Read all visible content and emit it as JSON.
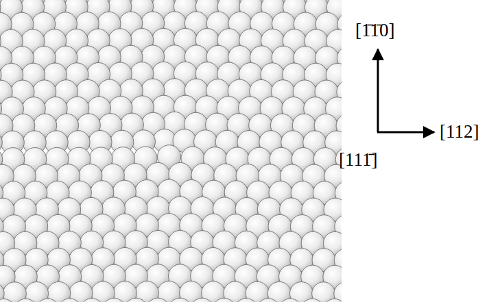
{
  "diagram": {
    "labels": [
      "[1̄1̄0]",
      "[112]",
      "[111̄]"
    ]
  }
}
